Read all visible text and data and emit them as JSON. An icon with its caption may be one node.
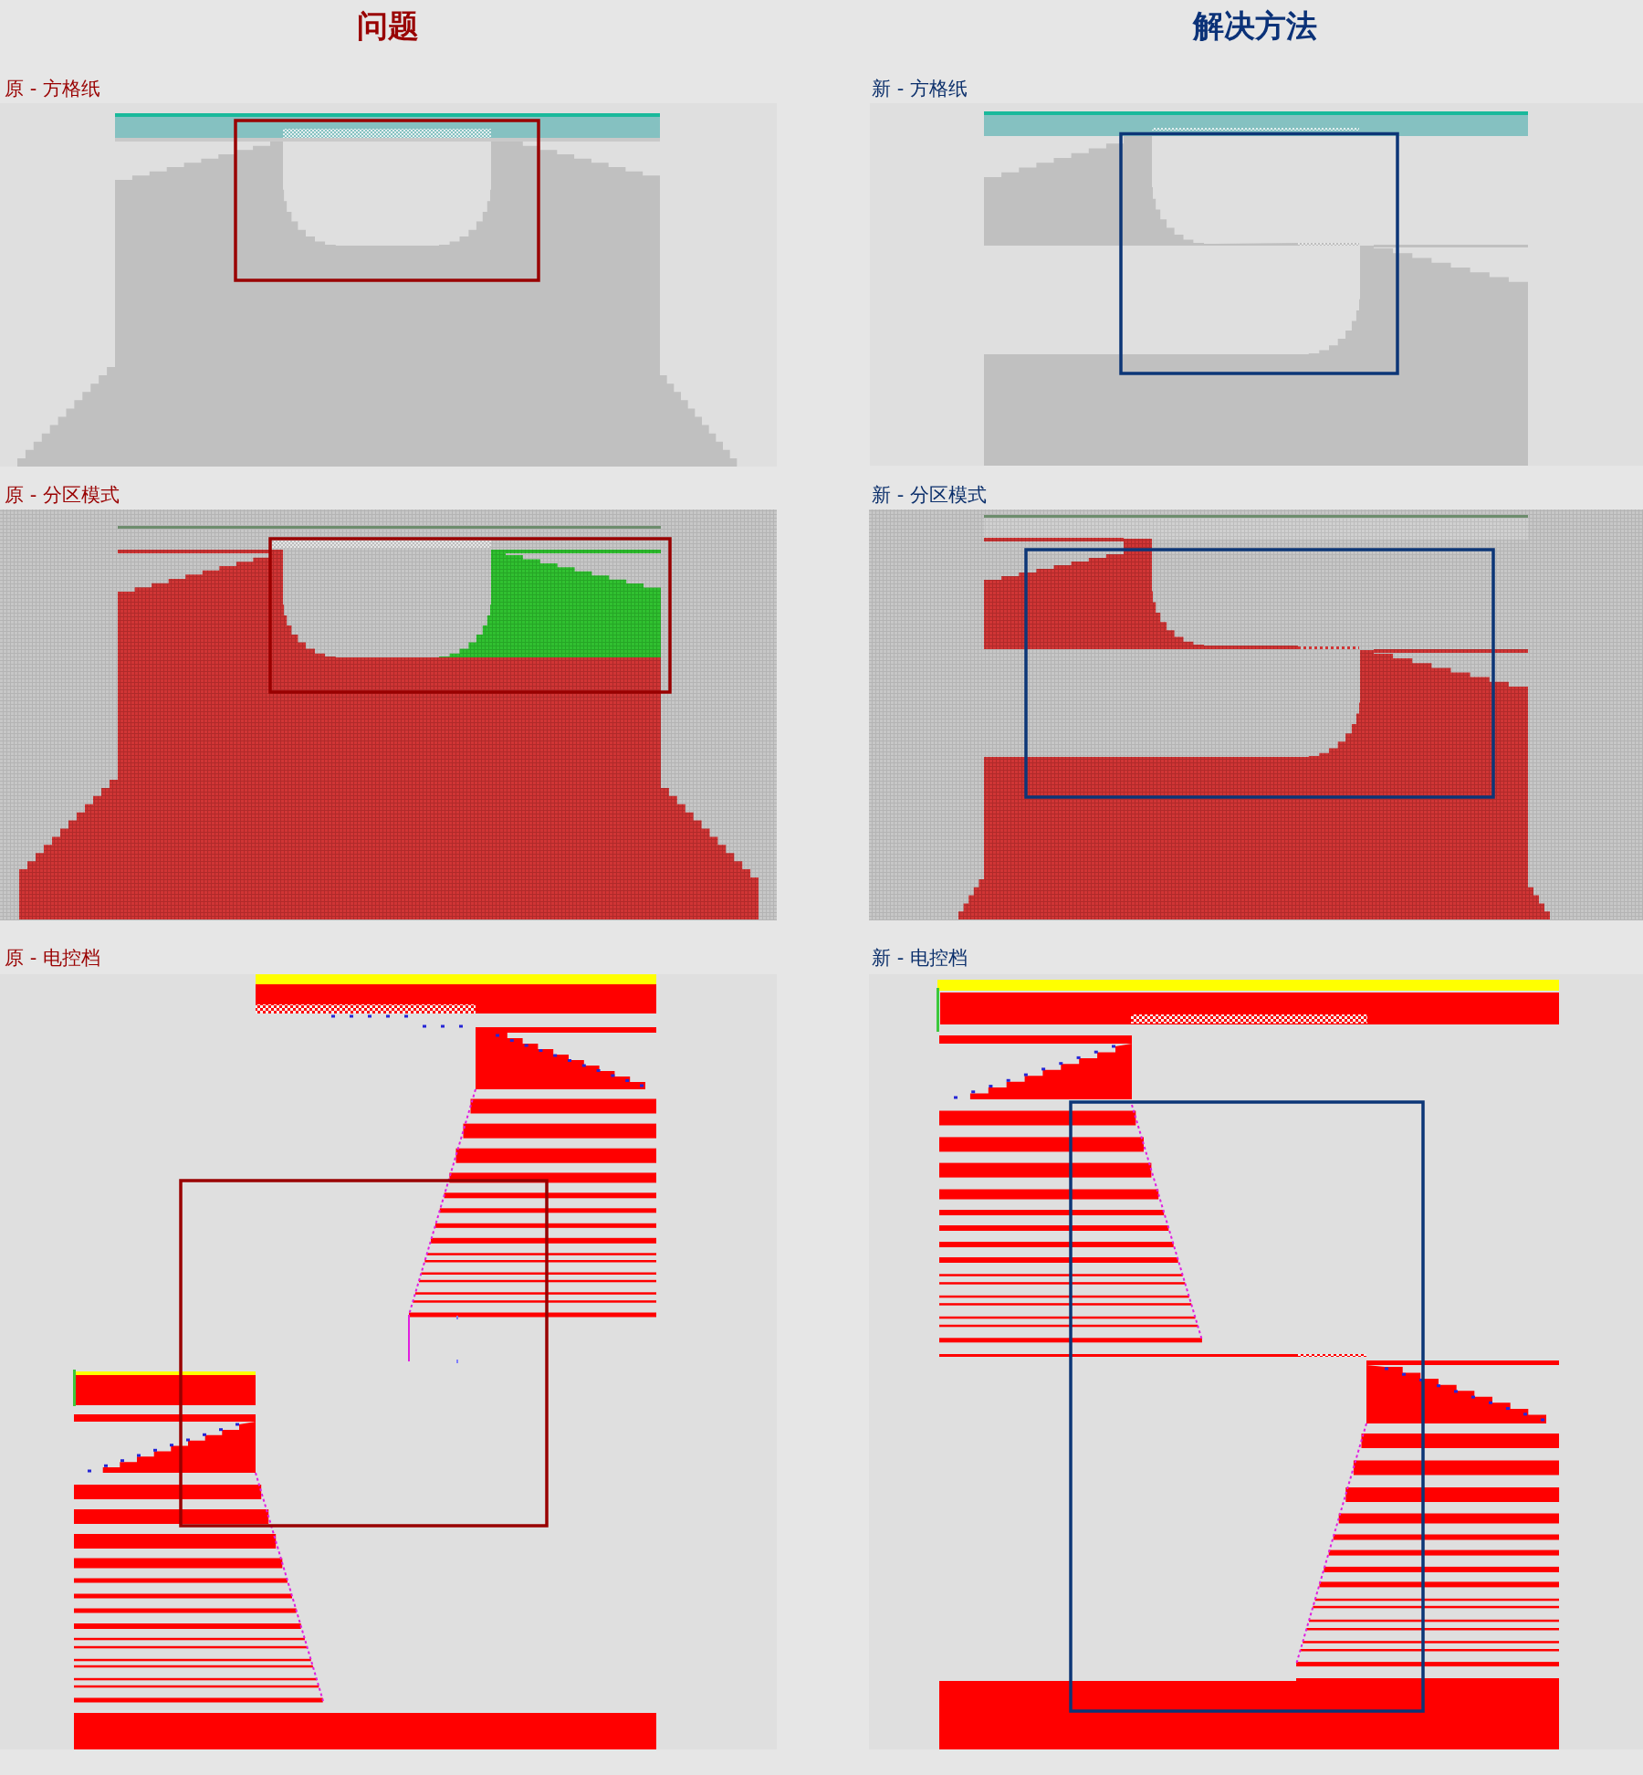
{
  "diagram": {
    "nodes": [
      {
        "text": [
          "原 - 方格纸"
        ]
      },
      {
        "text": [
          "新 - 方格纸"
        ]
      },
      {
        "text": [
          "原 - 分区模式"
        ]
      },
      {
        "text": [
          "新 - 分区模式"
        ]
      },
      {
        "text": [
          "原 - 电控档"
        ]
      },
      {
        "text": [
          "新 - 电控档"
        ]
      }
    ],
    "labels": [
      "问题",
      "解决方法"
    ]
  }
}
